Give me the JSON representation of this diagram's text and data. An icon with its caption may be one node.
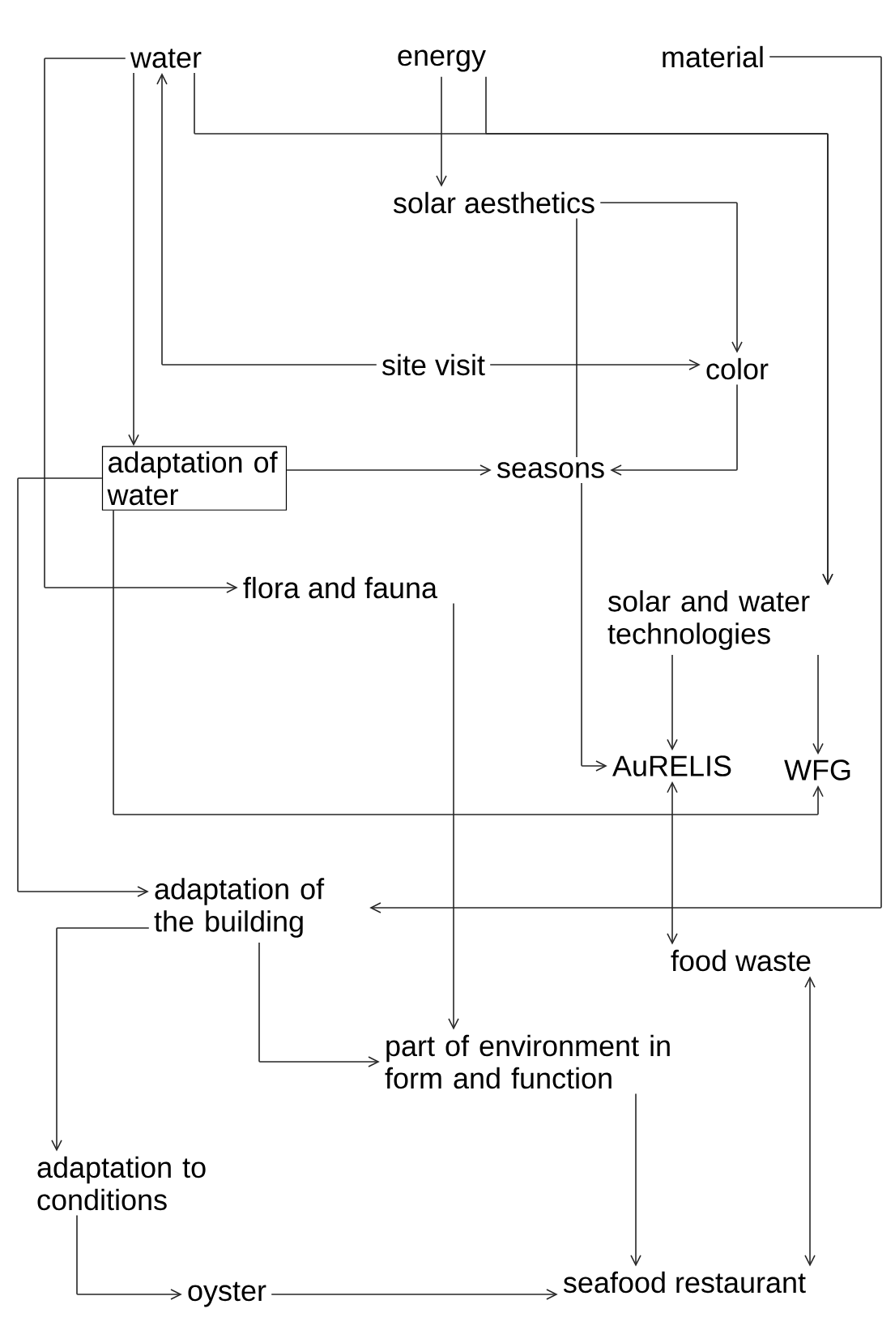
{
  "diagram": {
    "nodes": [
      {
        "text": [
          "water"
        ]
      },
      {
        "text": [
          "energy"
        ]
      },
      {
        "text": [
          "material"
        ]
      },
      {
        "text": [
          "solar aesthetics"
        ]
      },
      {
        "text": [
          "site visit"
        ]
      },
      {
        "text": [
          "color"
        ]
      },
      {
        "text": [
          "adaptation of water"
        ]
      },
      {
        "text": [
          "seasons"
        ]
      },
      {
        "text": [
          "flora and fauna"
        ]
      },
      {
        "text": [
          "solar and water technologies"
        ]
      },
      {
        "text": [
          "AuRELIS"
        ]
      },
      {
        "text": [
          "WFG"
        ]
      },
      {
        "text": [
          "adaptation of the building"
        ]
      },
      {
        "text": [
          "food waste"
        ]
      },
      {
        "text": [
          "part of environment in form and function"
        ]
      },
      {
        "text": [
          "adaptation to conditions"
        ]
      },
      {
        "text": [
          "oyster"
        ]
      },
      {
        "text": [
          "seafood restaurant"
        ]
      }
    ],
    "edges": [
      {
        "from": 0,
        "to": 6,
        "arrow": "to"
      },
      {
        "from": 4,
        "to": 0,
        "arrow": "to"
      },
      {
        "from": 0,
        "to": 9,
        "arrow": "to"
      },
      {
        "from": 1,
        "to": 9,
        "arrow": "to"
      },
      {
        "from": 1,
        "to": 3,
        "arrow": "to"
      },
      {
        "from": 3,
        "to": 5,
        "arrow": "to"
      },
      {
        "from": 4,
        "to": 5,
        "arrow": "to"
      },
      {
        "from": 3,
        "to": 7,
        "arrow": "none"
      },
      {
        "from": 5,
        "to": 7,
        "arrow": "to"
      },
      {
        "from": 6,
        "to": 7,
        "arrow": "to"
      },
      {
        "from": 7,
        "to": 10,
        "arrow": "to"
      },
      {
        "from": 0,
        "to": 8,
        "arrow": "to"
      },
      {
        "from": 2,
        "to": 12,
        "arrow": "to"
      },
      {
        "from": 6,
        "to": 12,
        "arrow": "to"
      },
      {
        "from": 6,
        "to": 11,
        "arrow": "to"
      },
      {
        "from": 9,
        "to": 10,
        "arrow": "to"
      },
      {
        "from": 9,
        "to": 11,
        "arrow": "to"
      },
      {
        "from": 10,
        "to": 13,
        "arrow": "both"
      },
      {
        "from": 8,
        "to": 14,
        "arrow": "to"
      },
      {
        "from": 12,
        "to": 15,
        "arrow": "to"
      },
      {
        "from": 12,
        "to": 14,
        "arrow": "to"
      },
      {
        "from": 15,
        "to": 16,
        "arrow": "to"
      },
      {
        "from": 16,
        "to": 17,
        "arrow": "to"
      },
      {
        "from": 14,
        "to": 17,
        "arrow": "to"
      },
      {
        "from": 13,
        "to": 17,
        "arrow": "both"
      }
    ]
  }
}
